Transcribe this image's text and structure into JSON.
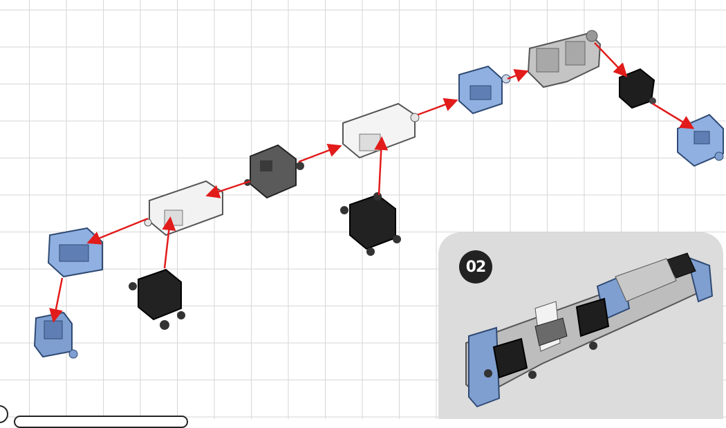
{
  "step": {
    "number": "02"
  },
  "colors": {
    "grid_line": "#d6d6d6",
    "arrow": "#e21b1b",
    "block_blue": "#7f9fd0",
    "block_black": "#222222",
    "block_dark_gray": "#5a5a5a",
    "bracket_white": "#f2f2f2",
    "hinge_gray": "#bdbdbd",
    "inset_background": "#dcdcdc"
  },
  "parts": [
    "blue-connector-block",
    "white-rectangular-bracket",
    "black-cube-connector",
    "dark-gray-cube-connector",
    "gray-hinge-plate",
    "black-clip-connector"
  ]
}
